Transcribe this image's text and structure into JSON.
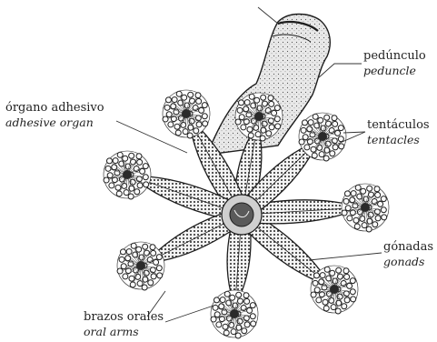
{
  "labels": {
    "peduncle": {
      "es": "pedúnculo",
      "en": "peduncle"
    },
    "adhesive_organ": {
      "es": "órgano adhesivo",
      "en": "adhesive organ"
    },
    "tentacles": {
      "es": "tentáculos",
      "en": "tentacles"
    },
    "gonads": {
      "es": "gónadas",
      "en": "gonads"
    },
    "oral_arms": {
      "es": "brazos orales",
      "en": "oral arms"
    }
  }
}
